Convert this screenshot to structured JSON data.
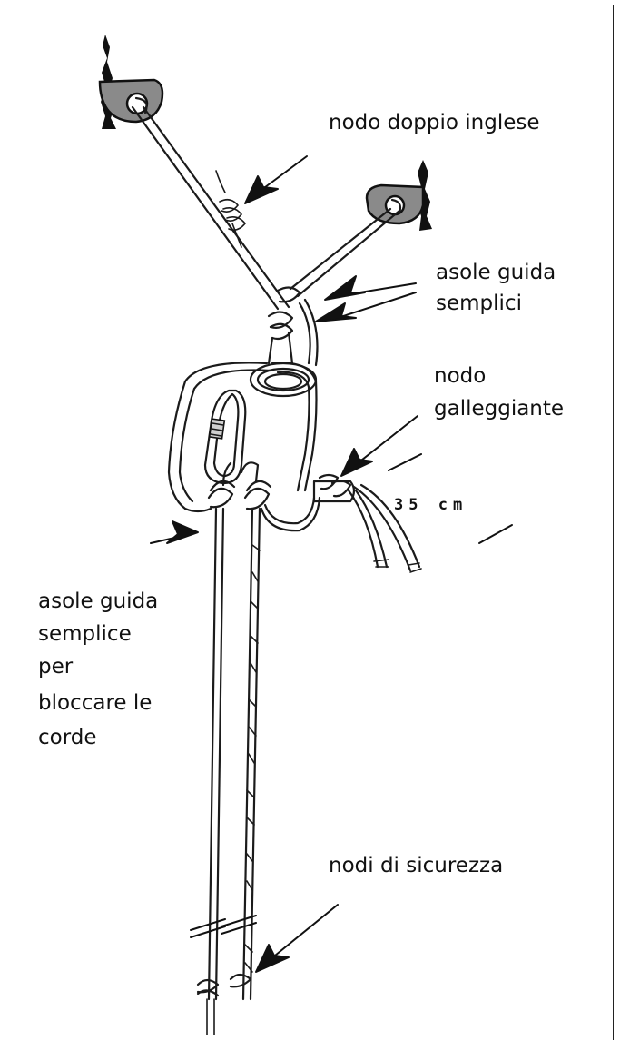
{
  "labels": {
    "double_fishermans": "nodo doppio inglese",
    "guide_loops_line1": "asole guida",
    "guide_loops_line2": "semplici",
    "floating_knot_line1": "nodo",
    "floating_knot_line2": "galleggiante",
    "measurement": "35 cm",
    "lock_loop_line1": "asole guida",
    "lock_loop_line2": "semplice",
    "lock_loop_line3": "per",
    "lock_loop_line4": "bloccare le",
    "lock_loop_line5": "corde",
    "safety_knots": "nodi di sicurezza"
  },
  "icons": {
    "anchor_left": "rock-anchor-icon",
    "anchor_right": "rock-anchor-icon",
    "carabiner": "carabiner-icon"
  },
  "colors": {
    "ink": "#111111",
    "anchor_plate": "#8a8a8a",
    "background": "#ffffff"
  }
}
